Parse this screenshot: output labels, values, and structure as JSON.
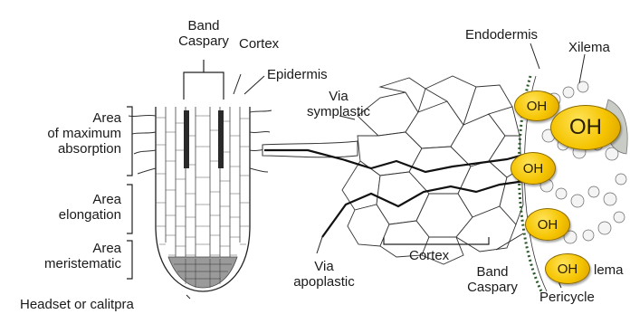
{
  "labels": {
    "band_caspary_top": [
      "Band",
      "Caspary"
    ],
    "cortex_top": "Cortex",
    "epidermis": "Epidermis",
    "area_max_absorption": [
      "Area",
      "of maximum",
      "absorption"
    ],
    "area_elongation": [
      "Area",
      "elongation"
    ],
    "area_meristematic": [
      "Area",
      "meristematic"
    ],
    "headset": "Headset or calitpra",
    "via_symplastic": [
      "Via",
      "symplastic"
    ],
    "via_apoplastic": [
      "Via",
      "apoplastic"
    ],
    "cortex_bottom": "Cortex",
    "band_caspary_bottom": [
      "Band",
      "Caspary"
    ],
    "endodermis": "Endodermis",
    "xilema": "Xilema",
    "floema": "lema",
    "pericycle": "Pericycle"
  },
  "oh_text": "OH",
  "colors": {
    "oh_fill": "#f5c400",
    "ink": "#1a1a1a"
  }
}
